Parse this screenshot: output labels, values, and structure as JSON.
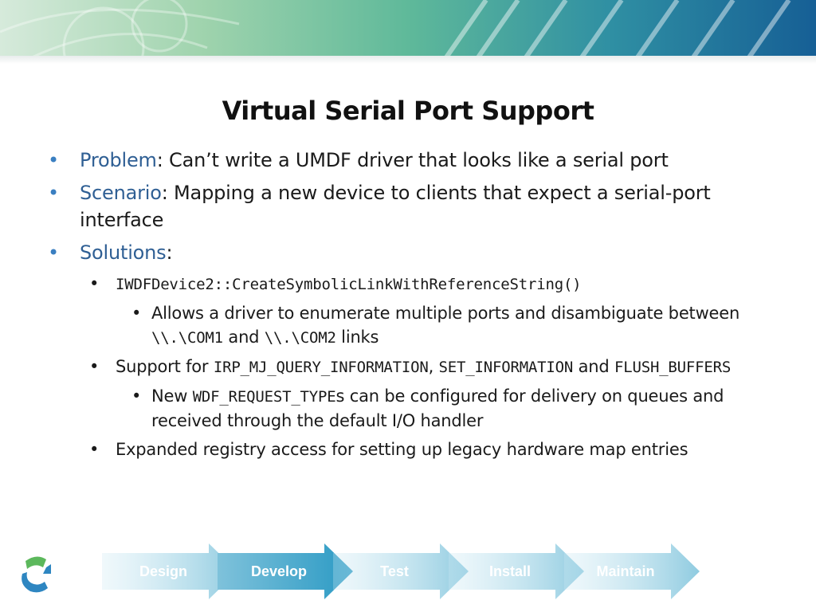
{
  "slide": {
    "title": "Virtual Serial Port Support",
    "bullets": {
      "problem": {
        "term": "Problem",
        "text": ": Can’t write a UMDF driver that looks like a serial port"
      },
      "scenario": {
        "term": "Scenario",
        "text": ": Mapping a new device to clients that expect a serial-port interface"
      },
      "solutions": {
        "term": "Solutions",
        "text": ":"
      }
    },
    "sub1": {
      "code": "IWDFDevice2::CreateSymbolicLinkWithReferenceString()"
    },
    "sub1a": {
      "t1": "Allows a driver to enumerate multiple ports and disambiguate between ",
      "c1": "\\\\.\\COM1",
      "t2": " and ",
      "c2": "\\\\.\\COM2",
      "t3": " links"
    },
    "sub2": {
      "t1": "Support for ",
      "c1": "IRP_MJ_QUERY_INFORMATION",
      "t2": ", ",
      "c2": "SET_INFORMATION",
      "t3": " and ",
      "c3": "FLUSH_BUFFERS"
    },
    "sub2a": {
      "t1": "New ",
      "c1": "WDF_REQUEST_TYPE",
      "t2": "s can be configured for delivery on queues and received through the default I/O handler"
    },
    "sub3": {
      "text": "Expanded registry access for setting up legacy hardware map entries"
    },
    "bullet_char": "•"
  },
  "footer": {
    "steps": [
      "Design",
      "Develop",
      "Test",
      "Install",
      "Maintain"
    ],
    "active_step": "Develop"
  },
  "colors": {
    "term": "#2f5f94",
    "bullet": "#3a7fc1",
    "banner_green": "#7cc69a",
    "banner_blue": "#1a6e9e"
  }
}
